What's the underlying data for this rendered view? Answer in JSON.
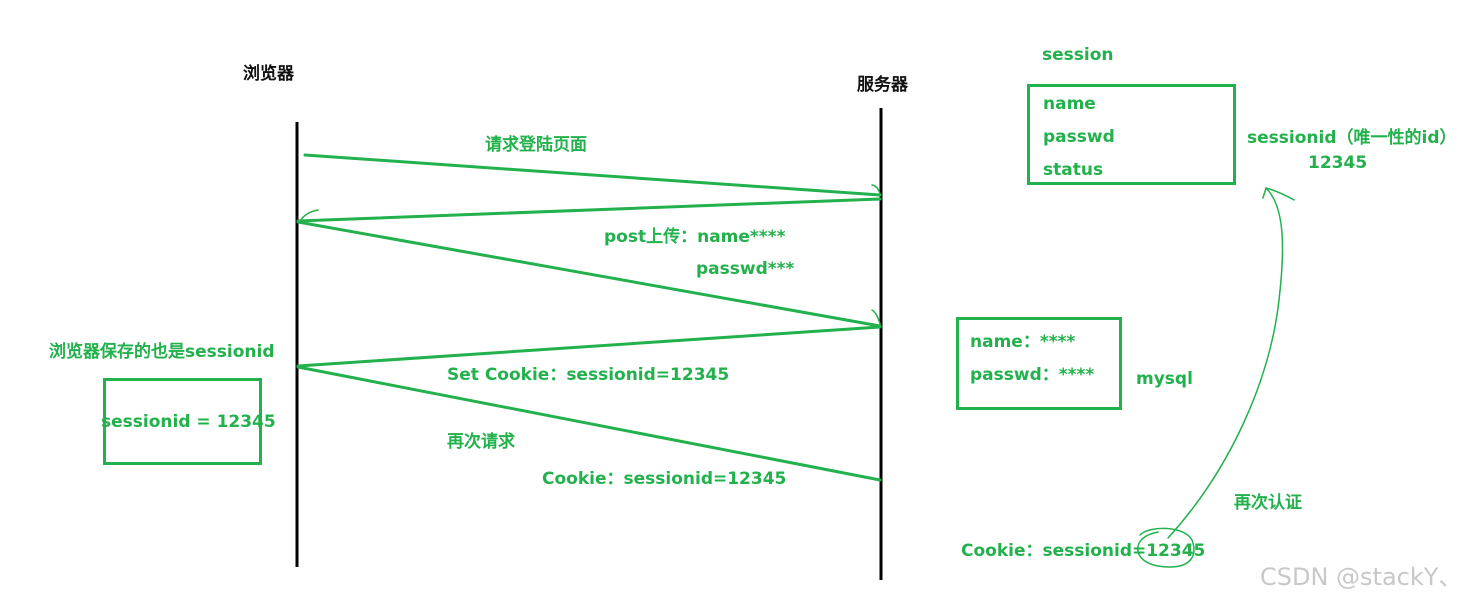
{
  "actors": {
    "browser": "浏览器",
    "server": "服务器"
  },
  "messages": {
    "request_login": "请求登陆页面",
    "post_upload": "post上传：name****",
    "post_passwd": "passwd***",
    "set_cookie": "Set Cookie：sessionid=12345",
    "request_again": "再次请求",
    "cookie_sent": "Cookie：sessionid=12345"
  },
  "browser_store": {
    "label": "浏览器保存的也是sessionid",
    "value": "sessionid = 12345"
  },
  "session": {
    "title": "session",
    "fields": [
      "name",
      "passwd",
      "status"
    ],
    "id_label": "sessionid（唯一性的id）",
    "id_value": "12345"
  },
  "mysql": {
    "label": "mysql",
    "name_row": "name：****",
    "passwd_row": "passwd：****"
  },
  "auth": {
    "label": "再次认证",
    "cookie": "Cookie：sessionid=12345"
  },
  "watermark": "CSDN @stackY、",
  "colors": {
    "accent": "#22b14c",
    "ink": "#111111"
  }
}
